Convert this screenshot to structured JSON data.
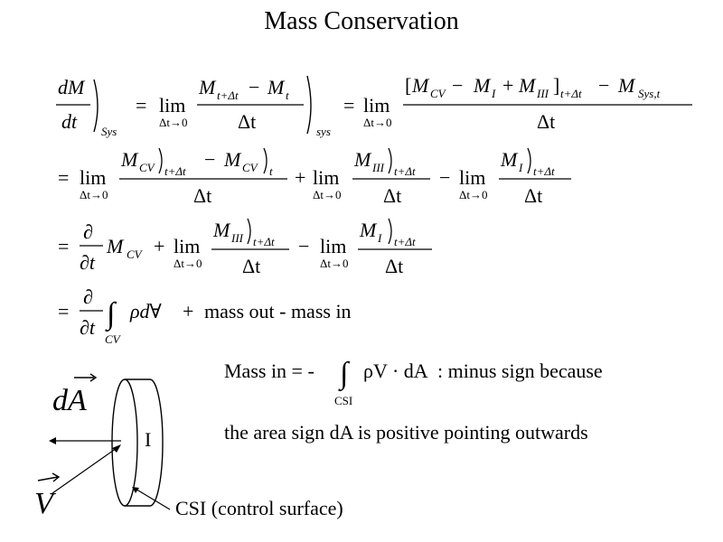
{
  "slide": {
    "title": "Mass Conservation"
  },
  "equations": {
    "line1": {
      "lhs_num": "dM",
      "lhs_den": "dt",
      "lhs_sub": "Sys",
      "lim_label": "lim",
      "lim_sub": "Δt→0",
      "frac1_num_a": "M",
      "frac1_num_a_sub": "t+Δt",
      "frac1_num_b": "M",
      "frac1_num_b_sub": "t",
      "frac1_den": "Δt",
      "sys_sub": "sys",
      "frac2_num": "[M_CV − M_I + M_III]_{t+Δt} − M_{Sys,t}",
      "frac2_den": "Δt"
    },
    "line2": {
      "term1_num": "M_CV)_{t+Δt} − M_CV)_t",
      "term2_num": "M_III)_{t+Δt}",
      "term3_num": "M_I)_{t+Δt}",
      "den": "Δt"
    },
    "line3": {
      "partial_num": "∂",
      "partial_den": "∂t",
      "m_cv": "M_CV",
      "term2_num": "M_III)_{t+Δt}",
      "term3_num": "M_I)_{t+Δt}",
      "den": "Δt"
    },
    "line4": {
      "partial_num": "∂",
      "partial_den": "∂t",
      "integral_sub": "CV",
      "integrand": "ρd∀",
      "text": "mass out - mass in"
    }
  },
  "mass_in": {
    "text_prefix": "Mass in = -",
    "integral_sub": "CSI",
    "integrand": "ρV · dA",
    "text_suffix": ":  minus sign because",
    "line2": "the area sign dA is positive pointing outwards"
  },
  "diagram": {
    "dA_label": "dA",
    "V_label": "V",
    "region_label": "I",
    "csi_label": "CSI (control surface)"
  }
}
